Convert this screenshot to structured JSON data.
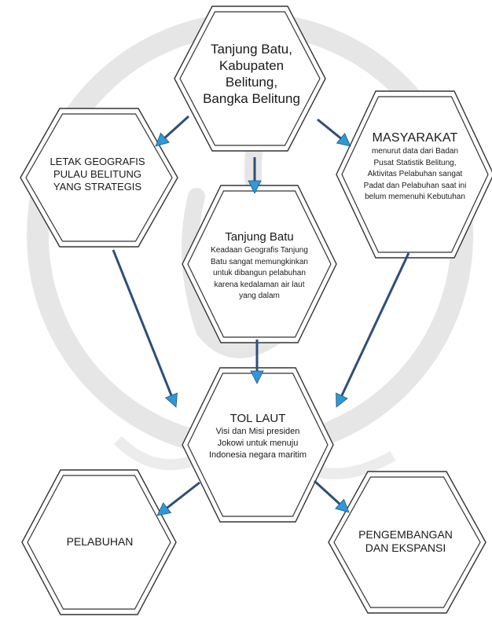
{
  "nodes": {
    "top": {
      "lines": [
        "Tanjung Batu,",
        "Kabupaten",
        "Belitung,",
        "Bangka Belitung"
      ]
    },
    "left": {
      "lines": [
        "LETAK GEOGRAFIS",
        "PULAU BELITUNG",
        "YANG STRATEGIS"
      ]
    },
    "right": {
      "title": "MASYARAKAT",
      "lines": [
        "menurut data dari Badan",
        "Pusat Statistik Belitung,",
        "Aktivitas Pelabuhan sangat",
        "Padat dan Pelabuhan saat ini",
        "belum memenuhi Kebutuhan"
      ]
    },
    "center": {
      "title": "Tanjung Batu",
      "lines": [
        "Keadaan Geografis Tanjung",
        "Batu sangat memungkinkan",
        "untuk dibangun pelabuhan",
        "karena kedalaman air laut",
        "yang dalam"
      ]
    },
    "toll": {
      "title": "TOL LAUT",
      "lines": [
        "Visi dan Misi presiden",
        "Jokowi untuk menuju",
        "Indonesia negara maritim"
      ]
    },
    "pelabuhan": {
      "lines": [
        "PELABUHAN"
      ]
    },
    "pengembangan": {
      "lines": [
        "PENGEMBANGAN",
        "DAN EKSPANSI"
      ]
    }
  },
  "colors": {
    "arrow_line": "#2d4f78",
    "arrow_head": "#2a9ad8",
    "hex_stroke": "#333333",
    "watermark": "#e4e4e4"
  }
}
